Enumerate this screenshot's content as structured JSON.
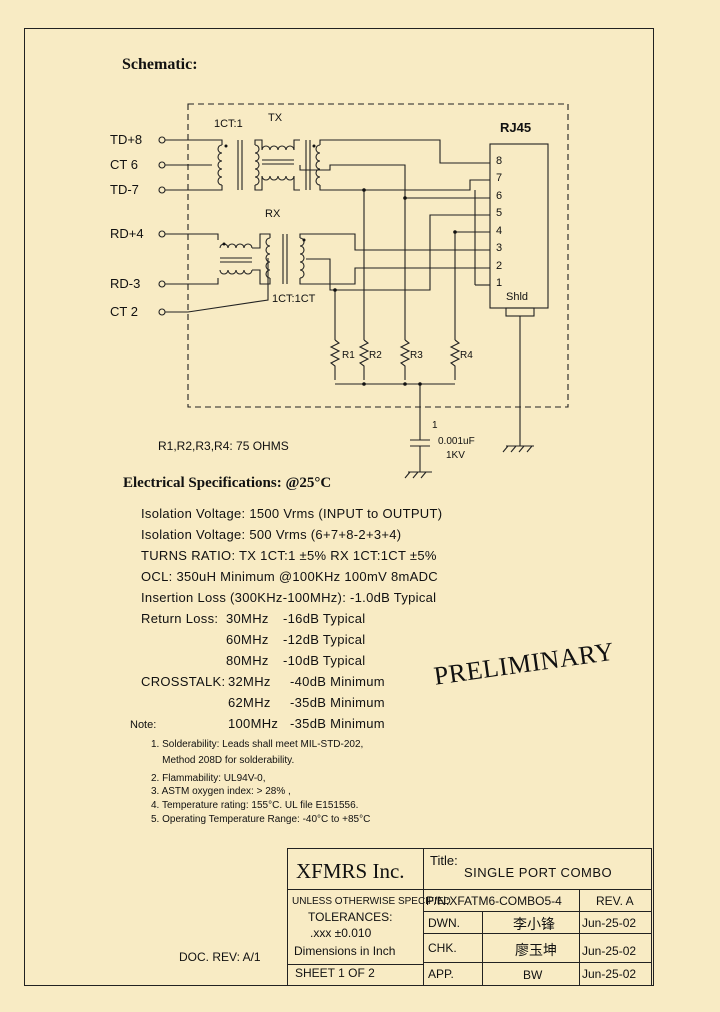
{
  "schematic": {
    "title": "Schematic:",
    "pins_left": [
      "TD+8",
      "CT  6",
      "TD-7",
      "RD+4",
      "RD-3",
      "CT  2"
    ],
    "tx_label": "TX",
    "rx_label": "RX",
    "ratio_tx": "1CT:1",
    "ratio_rx": "1CT:1CT",
    "connector": "RJ45",
    "rj45_pins": [
      "8",
      "7",
      "6",
      "5",
      "4",
      "3",
      "2",
      "1"
    ],
    "shield": "Shld",
    "resistors": [
      "R1",
      "R2",
      "R3",
      "R4"
    ],
    "cap_pin": "1",
    "cap_value": "0.001uF",
    "cap_voltage": "1KV",
    "resistor_note": "R1,R2,R3,R4: 75 OHMS"
  },
  "specs": {
    "title": "Electrical   Specifications: @25°C",
    "lines": [
      "Isolation Voltage:   1500 Vrms (INPUT to OUTPUT)",
      "Isolation Voltage:  500 Vrms (6+7+8-2+3+4)",
      "TURNS RATIO: TX 1CT:1 ±5% RX 1CT:1CT ±5%",
      "OCL: 350uH Minimum @100KHz 100mV 8mADC",
      "Insertion Loss (300KHz-100MHz): -1.0dB Typical"
    ],
    "return_loss_label": "Return Loss:",
    "return_loss": [
      {
        "freq": "30MHz",
        "value": "-16dB Typical"
      },
      {
        "freq": "60MHz",
        "value": "-12dB Typical"
      },
      {
        "freq": "80MHz",
        "value": "-10dB Typical"
      }
    ],
    "crosstalk_label": "CROSSTALK:",
    "crosstalk": [
      {
        "freq": "32MHz",
        "value": "-40dB  Minimum"
      },
      {
        "freq": "62MHz",
        "value": "-35dB  Minimum"
      },
      {
        "freq": "100MHz",
        "value": "-35dB  Minimum"
      }
    ],
    "note_label": "Note:",
    "notes": [
      "1. Solderability: Leads shall meet MIL-STD-202,",
      "    Method 208D for solderability.",
      "2. Flammability: UL94V-0,",
      "3. ASTM oxygen index: > 28% ,",
      "4. Temperature rating: 155°C. UL file E151556.",
      "5. Operating Temperature Range: -40°C to +85°C"
    ]
  },
  "stamp": "PRELIMINARY",
  "title_block": {
    "company": "XFMRS Inc.",
    "title_label": "Title:",
    "title": "SINGLE PORT COMBO",
    "tolerance_heading": "UNLESS OTHERWISE SPECIFIED",
    "tolerances": "TOLERANCES:",
    "tol_value": ".xxx ±0.010",
    "dims": "Dimensions in Inch",
    "sheet": "SHEET  1  OF  2",
    "pn": "P/N:XFATM6-COMBO5-4",
    "rev": "REV. A",
    "rows": [
      {
        "label": "DWN.",
        "name": "李小锋",
        "date": "Jun-25-02"
      },
      {
        "label": "CHK.",
        "name": "廖玉坤",
        "date": "Jun-25-02"
      },
      {
        "label": "APP.",
        "name": "BW",
        "date": "Jun-25-02"
      }
    ],
    "doc_rev": "DOC. REV: A/1"
  }
}
